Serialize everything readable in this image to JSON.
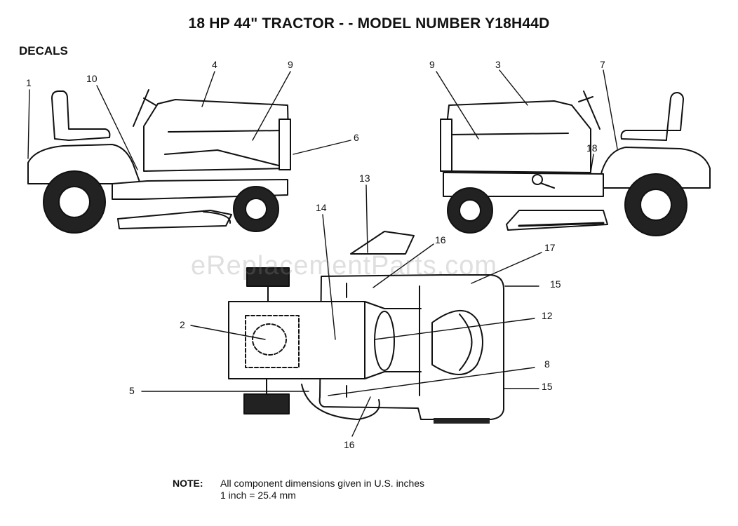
{
  "title": "18 HP 44\" TRACTOR - - MODEL NUMBER Y18H44D",
  "section": "DECALS",
  "watermark": "eReplacementParts.com",
  "note": {
    "label": "NOTE:",
    "line1": "All component dimensions given in U.S. inches",
    "line2": "1 inch = 25.4 mm"
  },
  "callouts": {
    "c1": "1",
    "c10": "10",
    "c4": "4",
    "c9a": "9",
    "c6": "6",
    "c9b": "9",
    "c3": "3",
    "c7": "7",
    "c18": "18",
    "c13": "13",
    "c14": "14",
    "c16a": "16",
    "c17": "17",
    "c15a": "15",
    "c2": "2",
    "c12": "12",
    "c8": "8",
    "c5": "5",
    "c15b": "15",
    "c16b": "16"
  }
}
